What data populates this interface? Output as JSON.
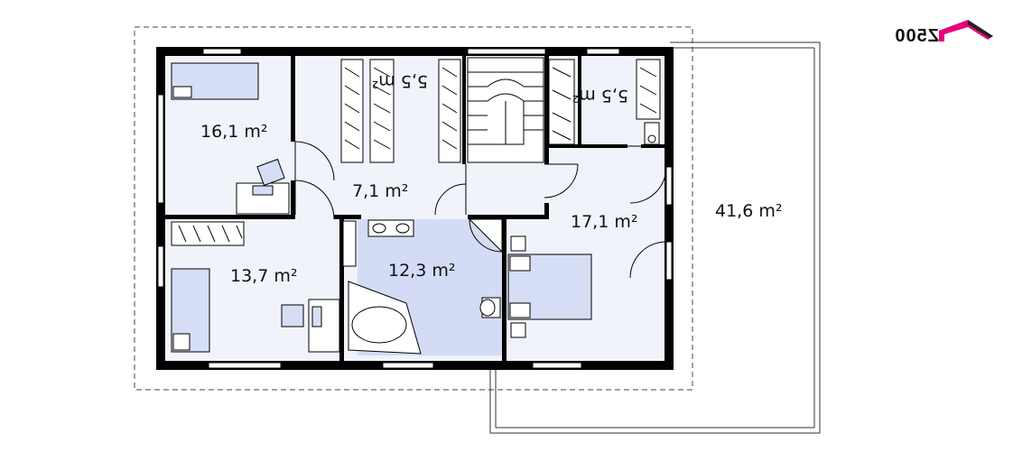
{
  "logo": {
    "text": "Z500",
    "accent_color": "#e6007e"
  },
  "rooms": [
    {
      "id": "bedroom-top-left",
      "label": "16,1 m²"
    },
    {
      "id": "wardrobe",
      "label": "5,5 m²"
    },
    {
      "id": "small-room-top-right",
      "label": "5,5 m²"
    },
    {
      "id": "hallway",
      "label": "7,1 m²"
    },
    {
      "id": "master-bedroom",
      "label": "17,1 m²"
    },
    {
      "id": "terrace",
      "label": "41,6 m²"
    },
    {
      "id": "bedroom-bottom-left",
      "label": "13,7 m²"
    },
    {
      "id": "bathroom",
      "label": "12,3 m²"
    }
  ],
  "colors": {
    "wall": "#000000",
    "floor": "#f1f3fb",
    "bathroom_floor": "#d3dcf4",
    "furniture": "#d6def5",
    "dashed_outline": "#444444"
  }
}
